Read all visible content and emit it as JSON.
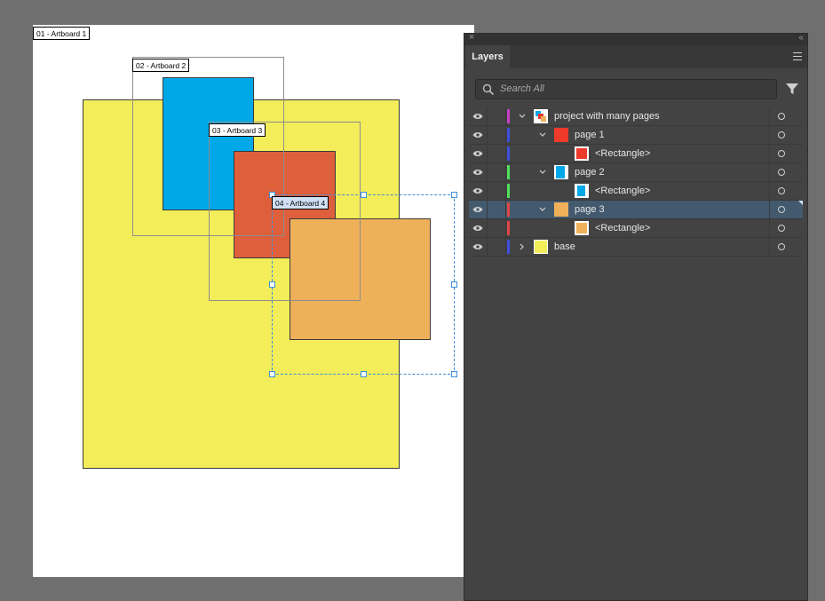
{
  "artboards": [
    {
      "label": "01 - Artboard 1"
    },
    {
      "label": "02 - Artboard 2"
    },
    {
      "label": "03 - Artboard 3"
    },
    {
      "label": "04 - Artboard 4"
    }
  ],
  "colors": {
    "yellow": "#f3ed5a",
    "blue": "#00a8e8",
    "red_orange": "#de5f3b",
    "orange": "#efb05a",
    "red": "#ee3a2a",
    "layer_magenta": "#c83fc8",
    "layer_blue": "#3d4fe0",
    "layer_green": "#4fe05a",
    "layer_red": "#e04545",
    "selection_blue": "#3d8edb"
  },
  "panel": {
    "tab_label": "Layers",
    "search": {
      "placeholder": "Search All"
    },
    "icons": [
      "close-icon",
      "collapse-icon",
      "panel-menu-icon",
      "search-icon",
      "filter-icon"
    ]
  },
  "layers": [
    {
      "label": "project with many pages",
      "icon": "composite-thumbnail"
    },
    {
      "label": "page 1"
    },
    {
      "label": "<Rectangle>"
    },
    {
      "label": "page 2"
    },
    {
      "label": "<Rectangle>"
    },
    {
      "label": "page 3",
      "selected": true
    },
    {
      "label": "<Rectangle>"
    },
    {
      "label": "base"
    }
  ]
}
